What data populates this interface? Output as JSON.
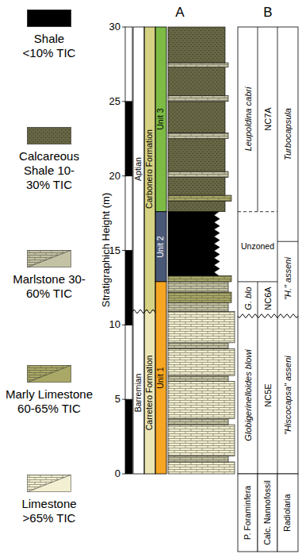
{
  "diagram": {
    "nodes": [
      {
        "text": [
          "Aptian"
        ]
      },
      {
        "text": [
          "Barremian"
        ]
      },
      {
        "text": [
          "Carbonero Formation"
        ]
      },
      {
        "text": [
          "Carretero Formation"
        ]
      },
      {
        "text": [
          "Unit 3"
        ]
      },
      {
        "text": [
          "Unit 2"
        ]
      },
      {
        "text": [
          "Unit 1"
        ]
      },
      {
        "text": [
          "Leupoldina cabri"
        ]
      },
      {
        "text": [
          "Unzoned"
        ]
      },
      {
        "text": [
          "G. blo"
        ]
      },
      {
        "text": [
          "Globigerinelloides blowi"
        ]
      },
      {
        "text": [
          "NC7A"
        ]
      },
      {
        "text": [
          "NC6A"
        ]
      },
      {
        "text": [
          "NC5E"
        ]
      },
      {
        "text": [
          "Turbocapsula"
        ]
      },
      {
        "text": [
          "\"H.\" asseni"
        ]
      },
      {
        "text": [
          "\"Hiscocapsa\" asseni"
        ]
      },
      {
        "text": [
          "P. Foraminfera"
        ]
      },
      {
        "text": [
          "Calc. Nannofossil"
        ]
      },
      {
        "text": [
          "Radiolaria"
        ]
      }
    ],
    "labels": [
      "A",
      "B",
      "Stratigraphich Height (m)",
      "30",
      "25",
      "20",
      "15",
      "10",
      "5",
      "0"
    ],
    "legend": [
      {
        "text": "Shale <10% TIC",
        "color": "#000000"
      },
      {
        "text": "Calcareous Shale 10-30% TIC",
        "color": "#676645"
      },
      {
        "text": "Marlstone 30-60% TIC",
        "color": "#c4c2a4"
      },
      {
        "text": "Marly Limestone 60-65% TIC",
        "color": "#a9a866"
      },
      {
        "text": "Limestone >65% TIC",
        "color": "#f3efd2"
      }
    ]
  }
}
